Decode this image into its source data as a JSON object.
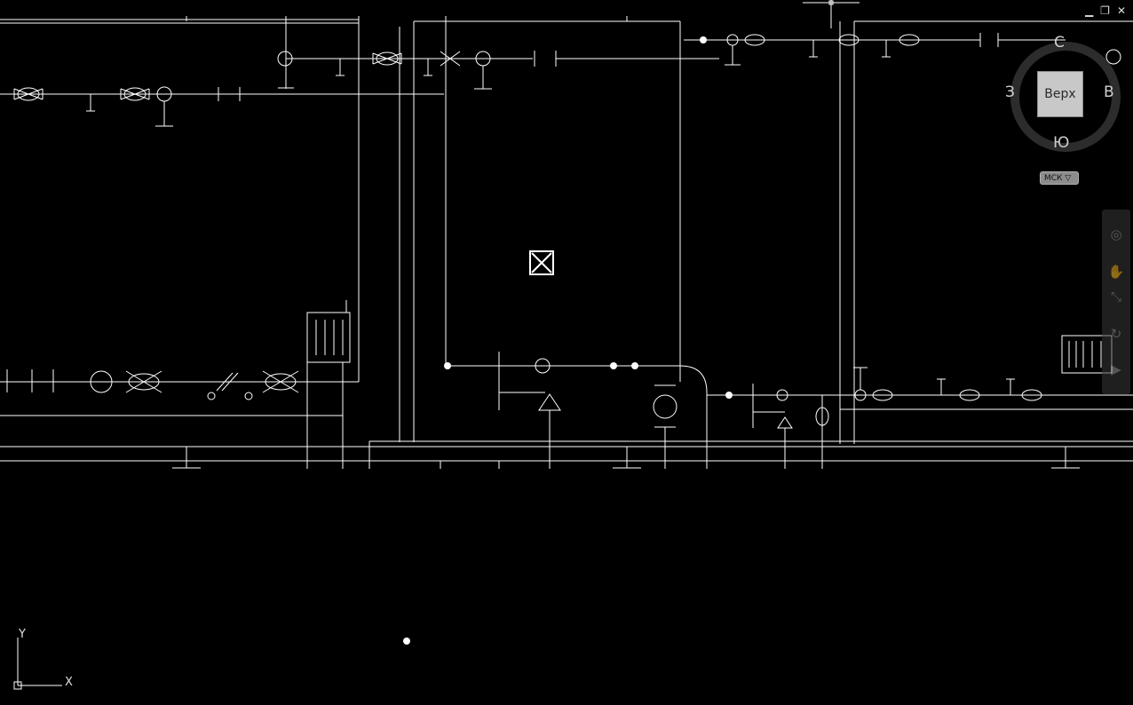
{
  "window_controls": {
    "minimize": "▁",
    "restore": "❐",
    "close": "✕"
  },
  "viewcube": {
    "face": "Верх",
    "north": "С",
    "south": "Ю",
    "west": "З",
    "east": "В"
  },
  "ucs_menu": {
    "label": "МСК ▽"
  },
  "ucs_icon": {
    "x_label": "X",
    "y_label": "Y"
  },
  "navigation_bar": {
    "tools": [
      "steering-wheel-icon",
      "pan-icon",
      "zoom-extents-icon",
      "orbit-icon",
      "showmotion-icon"
    ]
  },
  "colors": {
    "background": "#000000",
    "drawing_lines": "#ffffff"
  }
}
